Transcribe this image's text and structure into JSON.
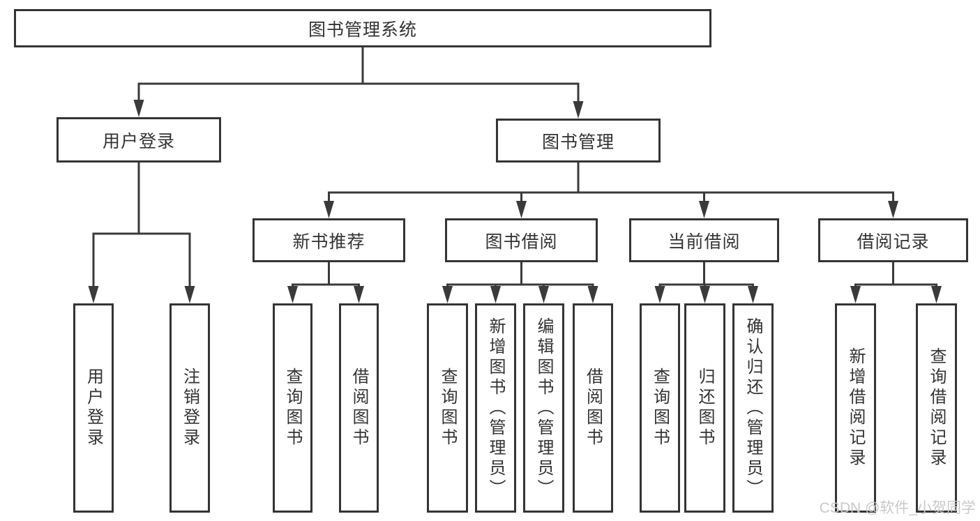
{
  "diagram": {
    "root": {
      "label": "图书管理系统"
    },
    "branches": [
      {
        "label": "用户登录",
        "children": [
          {
            "label": "用户登录"
          },
          {
            "label": "注销登录"
          }
        ]
      },
      {
        "label": "图书管理",
        "children": [
          {
            "label": "新书推荐",
            "children": [
              {
                "label": "查询图书"
              },
              {
                "label": "借阅图书"
              }
            ]
          },
          {
            "label": "图书借阅",
            "children": [
              {
                "label": "查询图书"
              },
              {
                "label": "新增图书（管理员）"
              },
              {
                "label": "编辑图书（管理员）"
              },
              {
                "label": "借阅图书"
              }
            ]
          },
          {
            "label": "当前借阅",
            "children": [
              {
                "label": "查询图书"
              },
              {
                "label": "归还图书"
              },
              {
                "label": "确认归还（管理员）"
              }
            ]
          },
          {
            "label": "借阅记录",
            "children": [
              {
                "label": "新增借阅记录"
              },
              {
                "label": "查询借阅记录"
              }
            ]
          }
        ]
      }
    ]
  },
  "watermark": {
    "text": "CSDN @软件_小贺同学"
  }
}
